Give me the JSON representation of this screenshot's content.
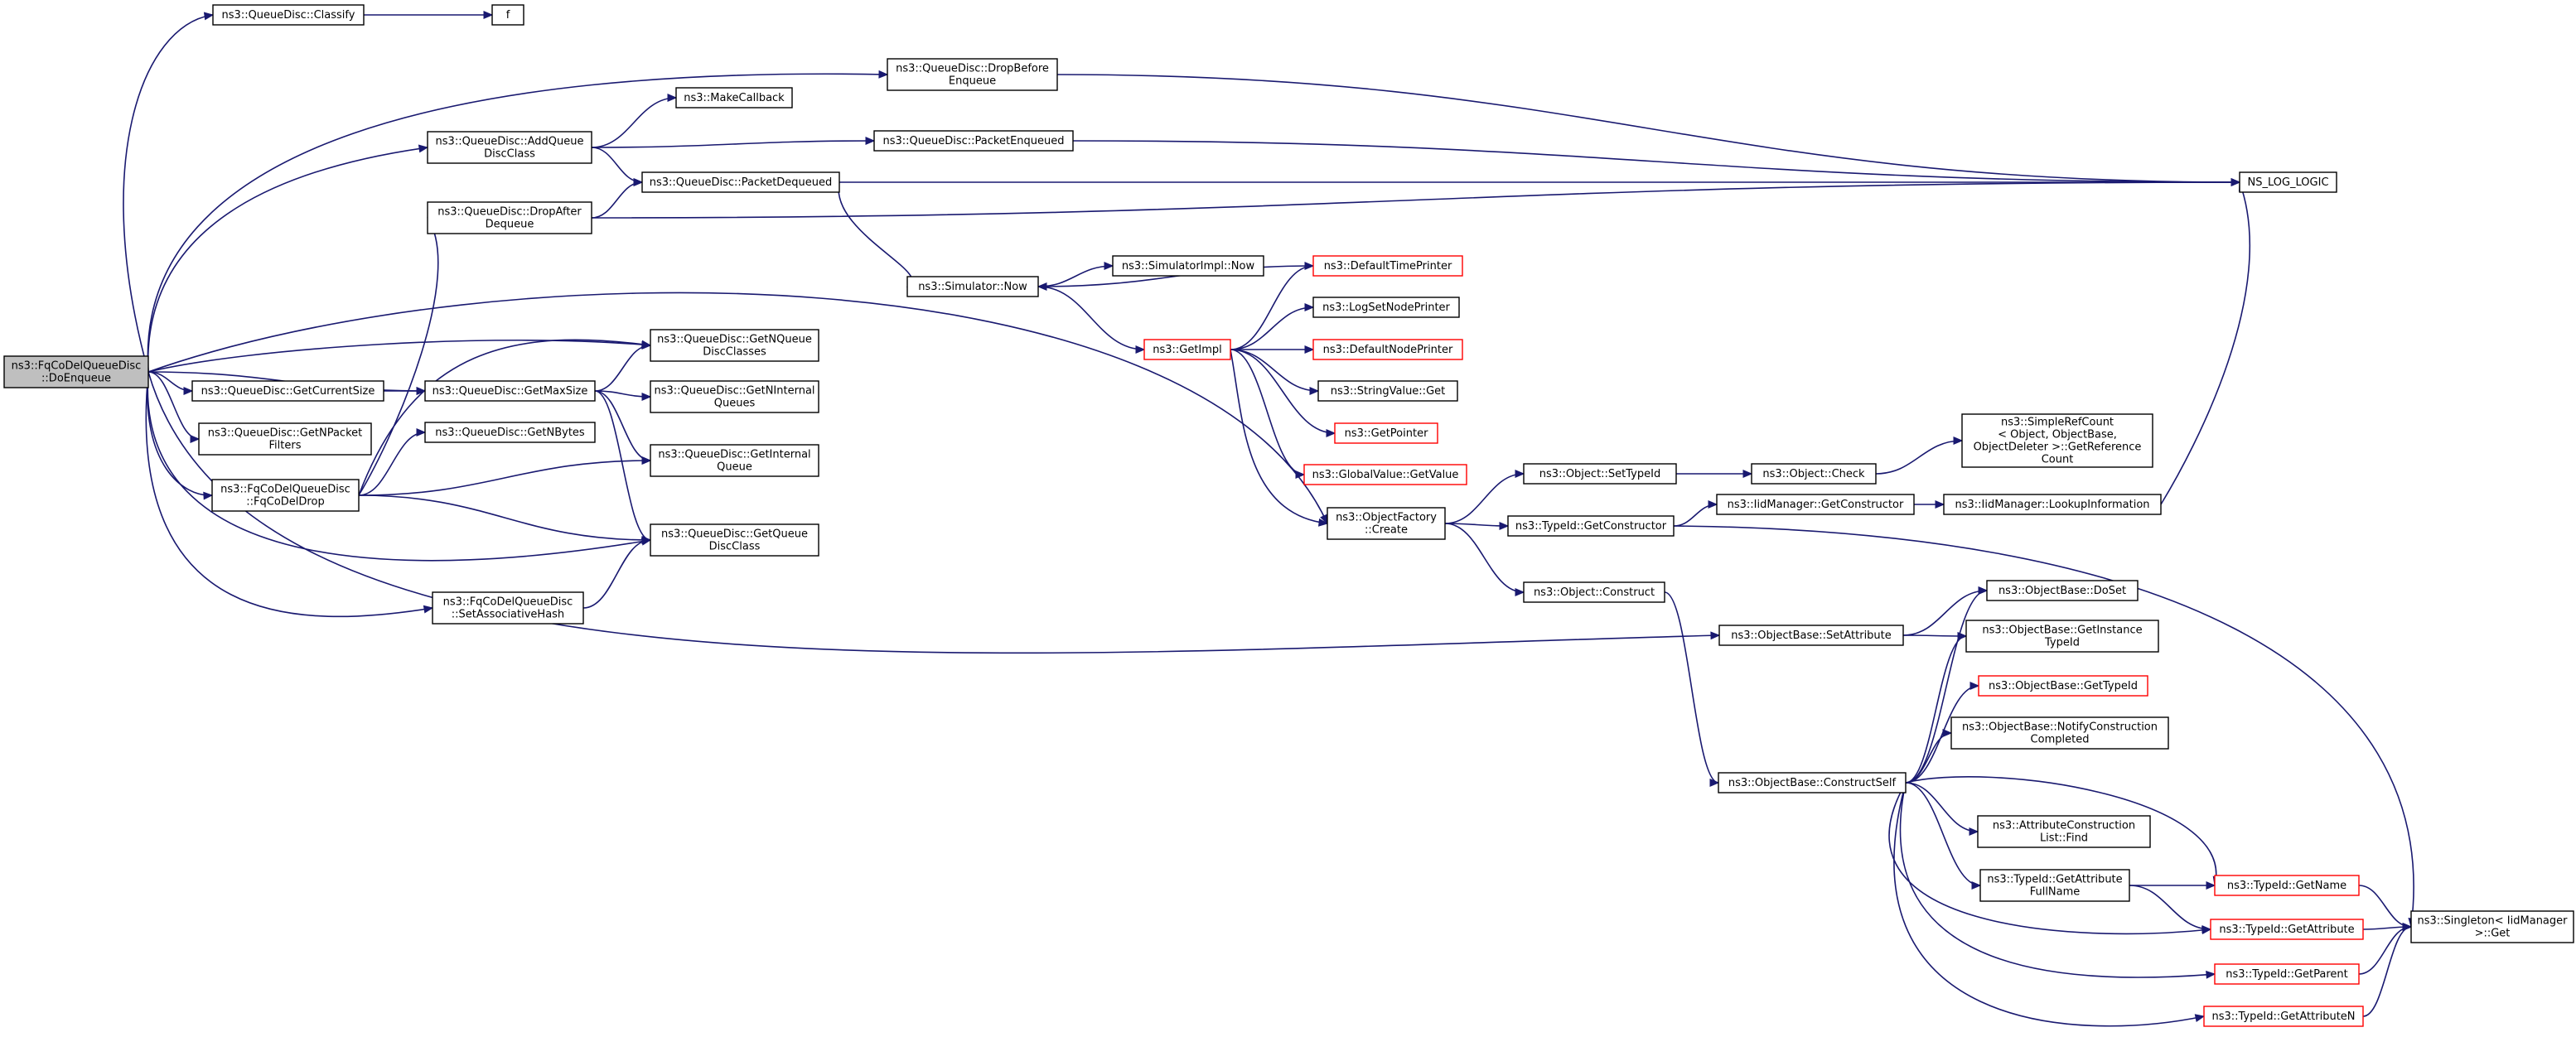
{
  "colors": {
    "edge": "#191970",
    "root_fill": "#bfbfbf",
    "node_border": "#000000",
    "truncated_border": "#ff0000"
  },
  "nodes": [
    {
      "id": "root",
      "lines": [
        "ns3::FqCoDelQueueDisc",
        "::DoEnqueue"
      ],
      "style": "root"
    },
    {
      "id": "classify",
      "lines": [
        "ns3::QueueDisc::Classify"
      ],
      "style": "normal"
    },
    {
      "id": "f",
      "lines": [
        "f"
      ],
      "style": "normal"
    },
    {
      "id": "dropBeforeEnqueue",
      "lines": [
        "ns3::QueueDisc::DropBefore",
        "Enqueue"
      ],
      "style": "normal"
    },
    {
      "id": "makeCallback",
      "lines": [
        "ns3::MakeCallback"
      ],
      "style": "normal"
    },
    {
      "id": "addQueueDiscClass",
      "lines": [
        "ns3::QueueDisc::AddQueue",
        "DiscClass"
      ],
      "style": "normal"
    },
    {
      "id": "packetEnqueued",
      "lines": [
        "ns3::QueueDisc::PacketEnqueued"
      ],
      "style": "normal"
    },
    {
      "id": "nsLogLogic",
      "lines": [
        "NS_LOG_LOGIC"
      ],
      "style": "normal"
    },
    {
      "id": "packetDequeued",
      "lines": [
        "ns3::QueueDisc::PacketDequeued"
      ],
      "style": "normal"
    },
    {
      "id": "dropAfterDequeue",
      "lines": [
        "ns3::QueueDisc::DropAfter",
        "Dequeue"
      ],
      "style": "normal"
    },
    {
      "id": "simImplNow",
      "lines": [
        "ns3::SimulatorImpl::Now"
      ],
      "style": "normal"
    },
    {
      "id": "simNow",
      "lines": [
        "ns3::Simulator::Now"
      ],
      "style": "normal"
    },
    {
      "id": "defaultTimePrinter",
      "lines": [
        "ns3::DefaultTimePrinter"
      ],
      "style": "red"
    },
    {
      "id": "logSetNodePrinter",
      "lines": [
        "ns3::LogSetNodePrinter"
      ],
      "style": "normal"
    },
    {
      "id": "getImpl",
      "lines": [
        "ns3::GetImpl"
      ],
      "style": "red"
    },
    {
      "id": "defaultNodePrinter",
      "lines": [
        "ns3::DefaultNodePrinter"
      ],
      "style": "red"
    },
    {
      "id": "getNQueueDiscClasses",
      "lines": [
        "ns3::QueueDisc::GetNQueue",
        "DiscClasses"
      ],
      "style": "normal"
    },
    {
      "id": "getCurrentSize",
      "lines": [
        "ns3::QueueDisc::GetCurrentSize"
      ],
      "style": "normal"
    },
    {
      "id": "getMaxSize",
      "lines": [
        "ns3::QueueDisc::GetMaxSize"
      ],
      "style": "normal"
    },
    {
      "id": "getNInternalQueues",
      "lines": [
        "ns3::QueueDisc::GetNInternal",
        "Queues"
      ],
      "style": "normal"
    },
    {
      "id": "stringValueGet",
      "lines": [
        "ns3::StringValue::Get"
      ],
      "style": "normal"
    },
    {
      "id": "getNPacketFilters",
      "lines": [
        "ns3::QueueDisc::GetNPacket",
        "Filters"
      ],
      "style": "normal"
    },
    {
      "id": "getNBytes",
      "lines": [
        "ns3::QueueDisc::GetNBytes"
      ],
      "style": "normal"
    },
    {
      "id": "getPointer",
      "lines": [
        "ns3::GetPointer"
      ],
      "style": "red"
    },
    {
      "id": "globalValueGetValue",
      "lines": [
        "ns3::GlobalValue::GetValue"
      ],
      "style": "red"
    },
    {
      "id": "simpleRefCount",
      "lines": [
        "ns3::SimpleRefCount",
        "< Object, ObjectBase,",
        "ObjectDeleter >::GetReference",
        "Count"
      ],
      "style": "normal"
    },
    {
      "id": "objectSetTypeId",
      "lines": [
        "ns3::Object::SetTypeId"
      ],
      "style": "normal"
    },
    {
      "id": "objectCheck",
      "lines": [
        "ns3::Object::Check"
      ],
      "style": "normal"
    },
    {
      "id": "getInternalQueue",
      "lines": [
        "ns3::QueueDisc::GetInternal",
        "Queue"
      ],
      "style": "normal"
    },
    {
      "id": "fqCoDelDrop",
      "lines": [
        "ns3::FqCoDelQueueDisc",
        "::FqCoDelDrop"
      ],
      "style": "normal"
    },
    {
      "id": "iidGetConstructor",
      "lines": [
        "ns3::IidManager::GetConstructor"
      ],
      "style": "normal"
    },
    {
      "id": "iidLookupInformation",
      "lines": [
        "ns3::IidManager::LookupInformation"
      ],
      "style": "normal"
    },
    {
      "id": "objectFactoryCreate",
      "lines": [
        "ns3::ObjectFactory",
        "::Create"
      ],
      "style": "normal"
    },
    {
      "id": "typeIdGetConstructor",
      "lines": [
        "ns3::TypeId::GetConstructor"
      ],
      "style": "normal"
    },
    {
      "id": "getQueueDiscClass",
      "lines": [
        "ns3::QueueDisc::GetQueue",
        "DiscClass"
      ],
      "style": "normal"
    },
    {
      "id": "objectConstruct",
      "lines": [
        "ns3::Object::Construct"
      ],
      "style": "normal"
    },
    {
      "id": "setAssociativeHash",
      "lines": [
        "ns3::FqCoDelQueueDisc",
        "::SetAssociativeHash"
      ],
      "style": "normal"
    },
    {
      "id": "objectBaseDoSet",
      "lines": [
        "ns3::ObjectBase::DoSet"
      ],
      "style": "normal"
    },
    {
      "id": "objectBaseSetAttribute",
      "lines": [
        "ns3::ObjectBase::SetAttribute"
      ],
      "style": "normal"
    },
    {
      "id": "getInstanceTypeId",
      "lines": [
        "ns3::ObjectBase::GetInstance",
        "TypeId"
      ],
      "style": "normal"
    },
    {
      "id": "objectBaseGetTypeId",
      "lines": [
        "ns3::ObjectBase::GetTypeId"
      ],
      "style": "red"
    },
    {
      "id": "notifyConstructionCompleted",
      "lines": [
        "ns3::ObjectBase::NotifyConstruction",
        "Completed"
      ],
      "style": "normal"
    },
    {
      "id": "constructSelf",
      "lines": [
        "ns3::ObjectBase::ConstructSelf"
      ],
      "style": "normal"
    },
    {
      "id": "attrConstructionListFind",
      "lines": [
        "ns3::AttributeConstruction",
        "List::Find"
      ],
      "style": "normal"
    },
    {
      "id": "getAttributeFullName",
      "lines": [
        "ns3::TypeId::GetAttribute",
        "FullName"
      ],
      "style": "normal"
    },
    {
      "id": "typeIdGetName",
      "lines": [
        "ns3::TypeId::GetName"
      ],
      "style": "red"
    },
    {
      "id": "singletonGet",
      "lines": [
        "ns3::Singleton< IidManager",
        ">::Get"
      ],
      "style": "normal"
    },
    {
      "id": "typeIdGetAttribute",
      "lines": [
        "ns3::TypeId::GetAttribute"
      ],
      "style": "red"
    },
    {
      "id": "typeIdGetParent",
      "lines": [
        "ns3::TypeId::GetParent"
      ],
      "style": "red"
    },
    {
      "id": "typeIdGetAttributeN",
      "lines": [
        "ns3::TypeId::GetAttributeN"
      ],
      "style": "red"
    }
  ],
  "edges": [
    [
      "root",
      "classify"
    ],
    [
      "classify",
      "f"
    ],
    [
      "root",
      "dropBeforeEnqueue"
    ],
    [
      "dropBeforeEnqueue",
      "nsLogLogic"
    ],
    [
      "root",
      "addQueueDiscClass"
    ],
    [
      "addQueueDiscClass",
      "makeCallback"
    ],
    [
      "addQueueDiscClass",
      "packetEnqueued"
    ],
    [
      "addQueueDiscClass",
      "packetDequeued"
    ],
    [
      "packetEnqueued",
      "nsLogLogic"
    ],
    [
      "packetDequeued",
      "nsLogLogic"
    ],
    [
      "dropAfterDequeue",
      "packetDequeued"
    ],
    [
      "dropAfterDequeue",
      "nsLogLogic"
    ],
    [
      "packetDequeued",
      "simNow"
    ],
    [
      "simNow",
      "simImplNow"
    ],
    [
      "simNow",
      "getImpl"
    ],
    [
      "defaultTimePrinter",
      "simNow"
    ],
    [
      "getImpl",
      "defaultTimePrinter"
    ],
    [
      "getImpl",
      "logSetNodePrinter"
    ],
    [
      "getImpl",
      "defaultNodePrinter"
    ],
    [
      "getImpl",
      "stringValueGet"
    ],
    [
      "getImpl",
      "getPointer"
    ],
    [
      "getImpl",
      "globalValueGetValue"
    ],
    [
      "getImpl",
      "objectFactoryCreate"
    ],
    [
      "root",
      "getNQueueDiscClasses"
    ],
    [
      "root",
      "getCurrentSize"
    ],
    [
      "getCurrentSize",
      "getMaxSize"
    ],
    [
      "root",
      "getMaxSize"
    ],
    [
      "getMaxSize",
      "getNQueueDiscClasses"
    ],
    [
      "getMaxSize",
      "getNInternalQueues"
    ],
    [
      "getMaxSize",
      "getInternalQueue"
    ],
    [
      "getMaxSize",
      "getQueueDiscClass"
    ],
    [
      "root",
      "getNPacketFilters"
    ],
    [
      "root",
      "fqCoDelDrop"
    ],
    [
      "fqCoDelDrop",
      "dropAfterDequeue"
    ],
    [
      "fqCoDelDrop",
      "getNQueueDiscClasses"
    ],
    [
      "fqCoDelDrop",
      "getNBytes"
    ],
    [
      "fqCoDelDrop",
      "getInternalQueue"
    ],
    [
      "fqCoDelDrop",
      "getQueueDiscClass"
    ],
    [
      "root",
      "getQueueDiscClass"
    ],
    [
      "root",
      "setAssociativeHash"
    ],
    [
      "setAssociativeHash",
      "getQueueDiscClass"
    ],
    [
      "root",
      "objectFactoryCreate"
    ],
    [
      "root",
      "objectBaseSetAttribute"
    ],
    [
      "objectFactoryCreate",
      "objectSetTypeId"
    ],
    [
      "objectFactoryCreate",
      "typeIdGetConstructor"
    ],
    [
      "objectFactoryCreate",
      "objectConstruct"
    ],
    [
      "objectSetTypeId",
      "objectCheck"
    ],
    [
      "objectCheck",
      "simpleRefCount"
    ],
    [
      "typeIdGetConstructor",
      "iidGetConstructor"
    ],
    [
      "typeIdGetConstructor",
      "singletonGet"
    ],
    [
      "iidGetConstructor",
      "iidLookupInformation"
    ],
    [
      "iidLookupInformation",
      "nsLogLogic"
    ],
    [
      "objectConstruct",
      "constructSelf"
    ],
    [
      "objectBaseSetAttribute",
      "objectBaseDoSet"
    ],
    [
      "objectBaseSetAttribute",
      "getInstanceTypeId"
    ],
    [
      "constructSelf",
      "objectBaseDoSet"
    ],
    [
      "constructSelf",
      "getInstanceTypeId"
    ],
    [
      "constructSelf",
      "objectBaseGetTypeId"
    ],
    [
      "constructSelf",
      "notifyConstructionCompleted"
    ],
    [
      "constructSelf",
      "attrConstructionListFind"
    ],
    [
      "constructSelf",
      "getAttributeFullName"
    ],
    [
      "constructSelf",
      "typeIdGetName"
    ],
    [
      "constructSelf",
      "typeIdGetAttribute"
    ],
    [
      "constructSelf",
      "typeIdGetParent"
    ],
    [
      "constructSelf",
      "typeIdGetAttributeN"
    ],
    [
      "getAttributeFullName",
      "typeIdGetName"
    ],
    [
      "getAttributeFullName",
      "typeIdGetAttribute"
    ],
    [
      "typeIdGetName",
      "singletonGet"
    ],
    [
      "typeIdGetAttribute",
      "singletonGet"
    ],
    [
      "typeIdGetParent",
      "singletonGet"
    ],
    [
      "typeIdGetAttributeN",
      "singletonGet"
    ]
  ]
}
